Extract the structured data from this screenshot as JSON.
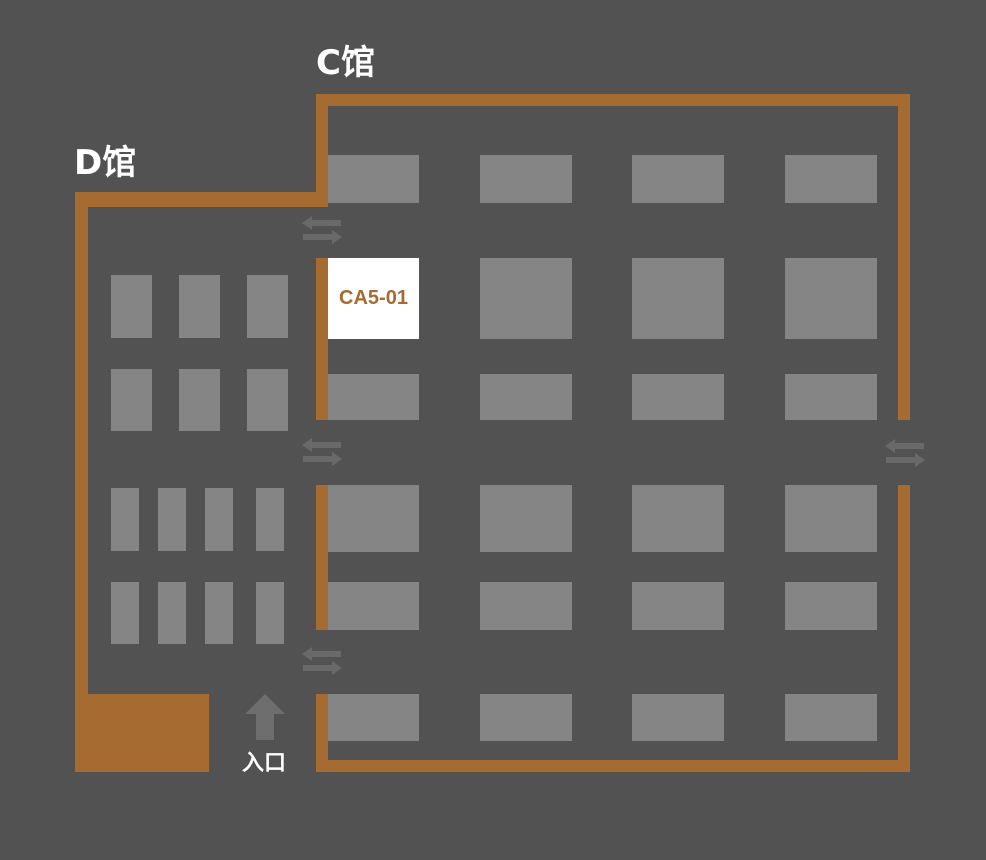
{
  "halls": {
    "c": {
      "label": "C馆"
    },
    "d": {
      "label": "D馆"
    }
  },
  "highlighted_booth": {
    "label": "CA5-01"
  },
  "entrance": {
    "label": "入口"
  },
  "colors": {
    "background": "#535253",
    "wall": "#a56b30",
    "booth": "#868586",
    "highlight_fill": "#ffffff",
    "highlight_text": "#a56b30",
    "passage_arrow": "#6a696a",
    "entrance_arrow": "#6f6e6f"
  },
  "icons": {
    "passage": "two-way-arrow-icon",
    "entrance": "up-arrow-icon"
  }
}
